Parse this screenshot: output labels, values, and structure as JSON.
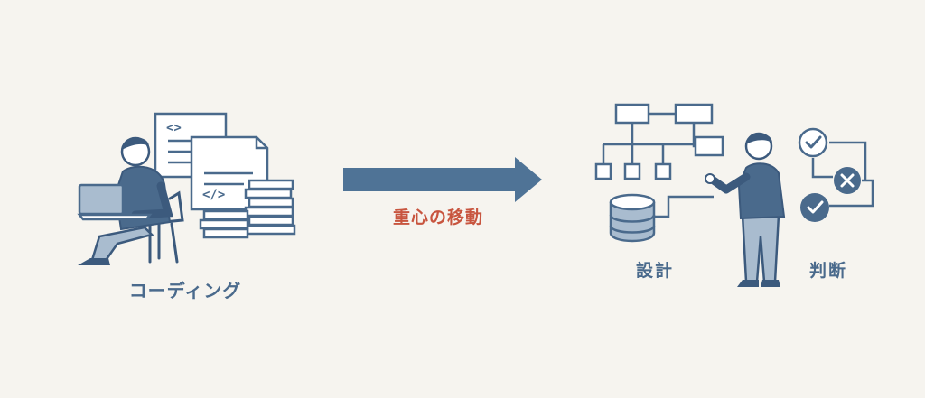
{
  "labels": {
    "coding": "コーディング",
    "shift": "重心の移動",
    "design": "設計",
    "judgment": "判断"
  },
  "code_symbols": {
    "angle": "<>",
    "slash": "</>"
  },
  "colors": {
    "background": "#f6f4ef",
    "primary": "#4a6a8c",
    "arrow": "#4f7396",
    "accent": "#c8553f",
    "figure_dark": "#3c5a7d",
    "fill_light": "#a9bccf"
  },
  "icons": {
    "left": "person-at-laptop-icon",
    "arrow": "right-arrow-icon",
    "design": "flowchart-database-icon",
    "person": "presenting-person-icon",
    "judgment": "check-cross-decision-icon"
  }
}
